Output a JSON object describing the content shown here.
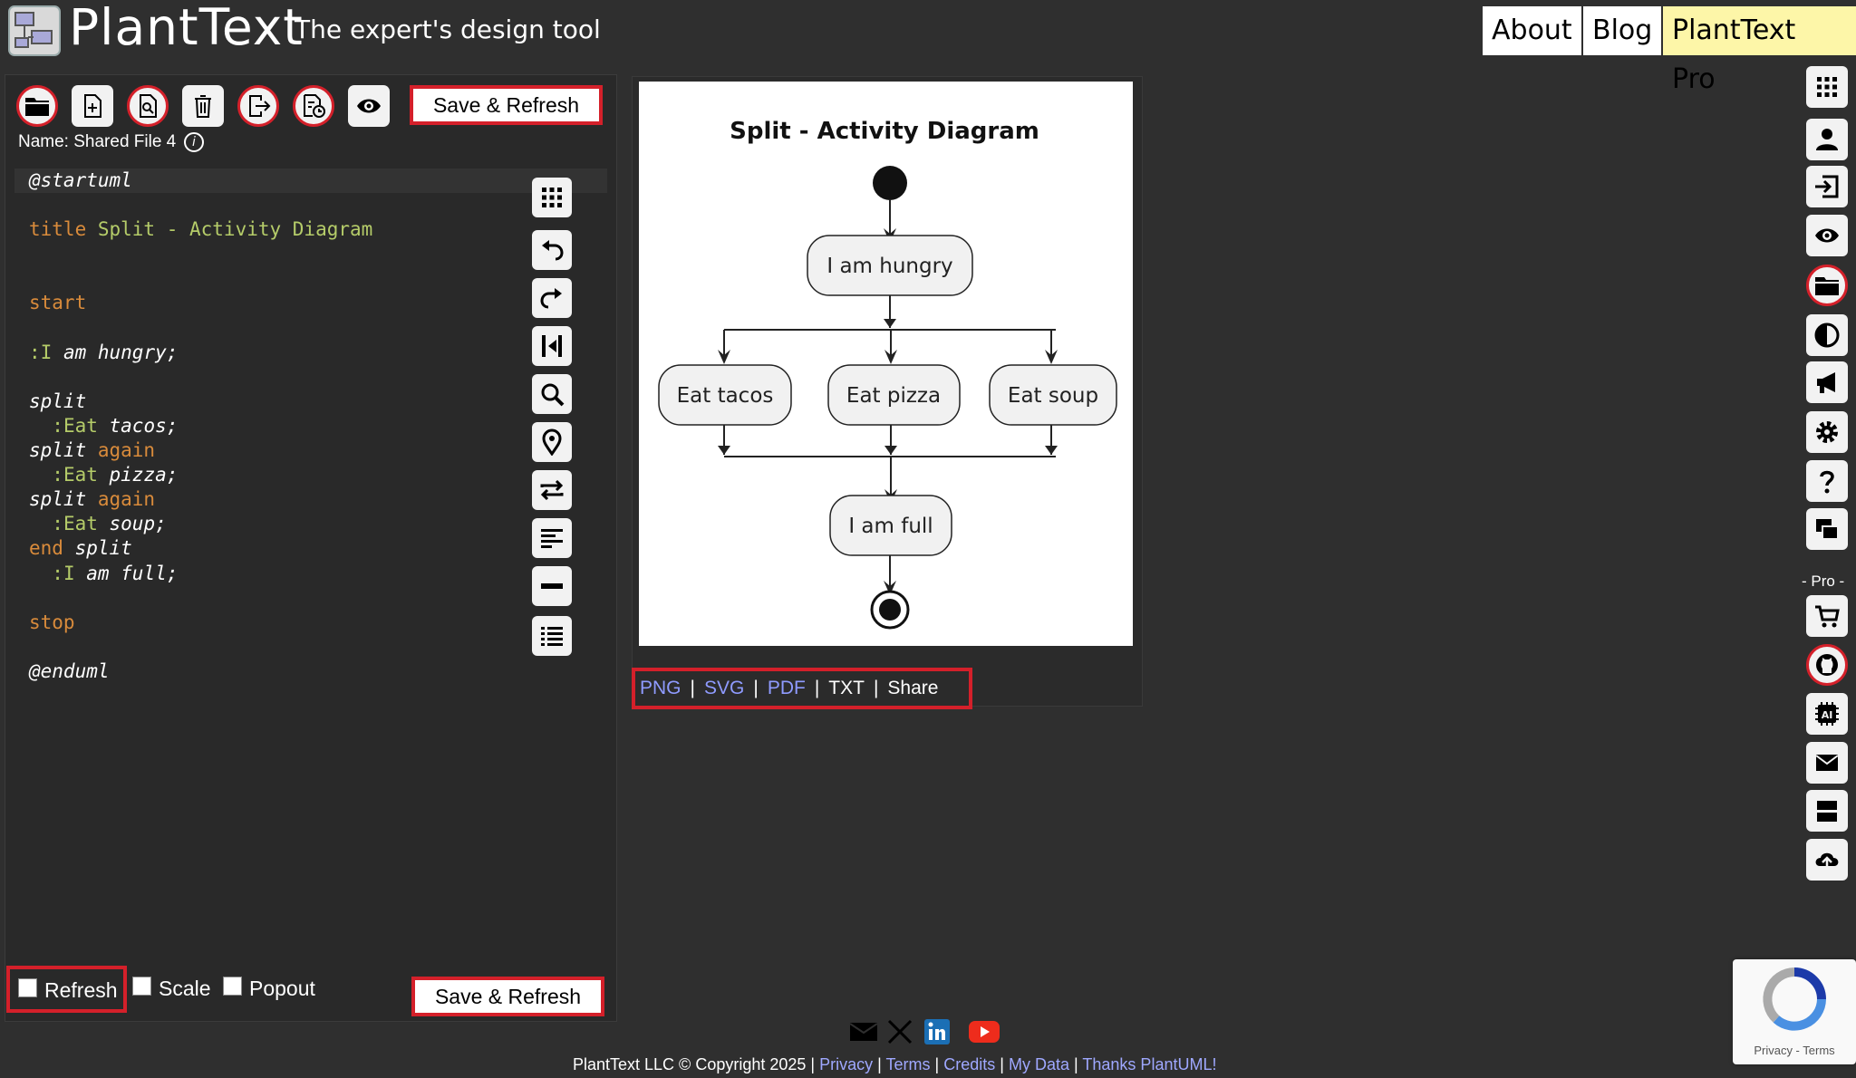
{
  "header": {
    "brand": "PlantText",
    "tagline": "The expert's design tool",
    "nav": {
      "about": "About",
      "blog": "Blog",
      "pro": "PlantText Pro"
    }
  },
  "editor": {
    "save_label": "Save & Refresh",
    "name_line": "Name: Shared File 4",
    "info_glyph": "i",
    "code": [
      [
        {
          "c": "it",
          "t": "@startuml"
        }
      ],
      [],
      [
        {
          "c": "kw",
          "t": "title "
        },
        {
          "c": "gr",
          "t": "Split - Activity Diagram"
        }
      ],
      [],
      [],
      [
        {
          "c": "kw",
          "t": "start"
        }
      ],
      [],
      [
        {
          "c": "gr",
          "t": ":I "
        },
        {
          "c": "it",
          "t": "am hungry;"
        }
      ],
      [],
      [
        {
          "c": "it",
          "t": "split"
        }
      ],
      [
        {
          "c": "it",
          "t": "  "
        },
        {
          "c": "gr",
          "t": ":Eat "
        },
        {
          "c": "it",
          "t": "tacos;"
        }
      ],
      [
        {
          "c": "it",
          "t": "split "
        },
        {
          "c": "kw",
          "t": "again"
        }
      ],
      [
        {
          "c": "it",
          "t": "  "
        },
        {
          "c": "gr",
          "t": ":Eat "
        },
        {
          "c": "it",
          "t": "pizza;"
        }
      ],
      [
        {
          "c": "it",
          "t": "split "
        },
        {
          "c": "kw",
          "t": "again"
        }
      ],
      [
        {
          "c": "it",
          "t": "  "
        },
        {
          "c": "gr",
          "t": ":Eat "
        },
        {
          "c": "it",
          "t": "soup;"
        }
      ],
      [
        {
          "c": "kw",
          "t": "end "
        },
        {
          "c": "it",
          "t": "split"
        }
      ],
      [
        {
          "c": "it",
          "t": "  "
        },
        {
          "c": "gr",
          "t": ":I "
        },
        {
          "c": "it",
          "t": "am full;"
        }
      ],
      [],
      [
        {
          "c": "kw",
          "t": "stop"
        }
      ],
      [],
      [
        {
          "c": "it",
          "t": "@enduml"
        }
      ]
    ],
    "options": {
      "refresh": "Refresh",
      "scale": "Scale",
      "popout": "Popout"
    }
  },
  "diagram": {
    "title": "Split - Activity Diagram",
    "nodes": {
      "hungry": "I am hungry",
      "tacos": "Eat tacos",
      "pizza": "Eat pizza",
      "soup": "Eat soup",
      "full": "I am full"
    }
  },
  "output_links": {
    "png": "PNG",
    "svg": "SVG",
    "pdf": "PDF",
    "txt": "TXT",
    "share": "Share",
    "sep": "|"
  },
  "sidebar": {
    "pro_label": "- Pro -"
  },
  "footer": {
    "copyright": "PlantText LLC © Copyright 2025",
    "sep": "|",
    "privacy": "Privacy",
    "terms": "Terms",
    "credits": "Credits",
    "mydata": "My Data",
    "thanks": "Thanks PlantUML!"
  },
  "captcha": {
    "text": "Privacy - Terms"
  },
  "colors": {
    "accent_red": "#d4202a",
    "link_blue": "#8f9bff",
    "pro_yellow": "#fdf6a8",
    "code_keyword": "#d98b3b",
    "code_green": "#b5cc69"
  }
}
